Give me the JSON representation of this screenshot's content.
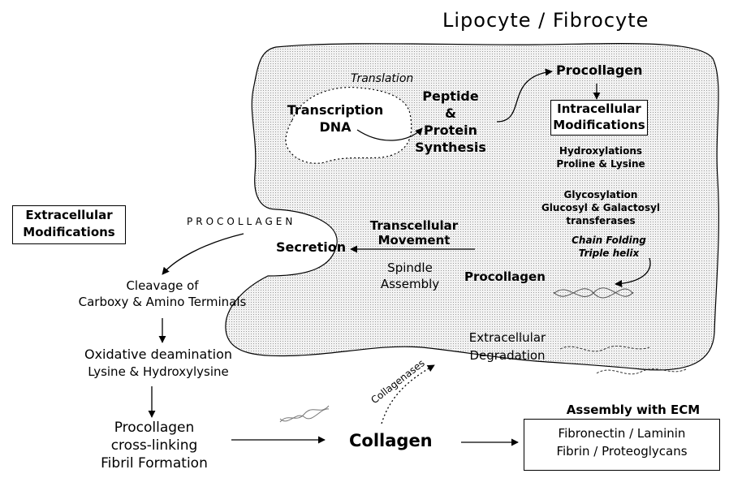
{
  "title": "Lipocyte / Fibrocyte",
  "cell": {
    "translation": "Translation",
    "transcription": "Transcription",
    "dna": "DNA",
    "peptide": "Peptide",
    "amp": "&",
    "protein": "Protein",
    "synthesis": "Synthesis",
    "procollagen_top": "Procollagen",
    "intracellular_1": "Intracellular",
    "intracellular_2": "Modifications",
    "hydroxylations": "Hydroxylations",
    "proline_lysine": "Proline & Lysine",
    "glycosylation": "Glycosylation",
    "glucosyl": "Glucosyl & Galactosyl",
    "transferases": "transferases",
    "chain_folding": "Chain Folding",
    "triple_helix": "Triple helix",
    "procollagen_bottom": "Procollagen",
    "transcellular": "Transcellular",
    "movement": "Movement",
    "spindle": "Spindle",
    "assembly": "Assembly",
    "secretion": "Secretion",
    "procollagen_caps": "PROCOLLAGEN"
  },
  "extracellular_box": {
    "line1": "Extracellular",
    "line2": "Modifications"
  },
  "pathway": {
    "cleavage_1": "Cleavage of",
    "cleavage_2": "Carboxy & Amino Terminals",
    "oxidative_1": "Oxidative deamination",
    "oxidative_2": "Lysine & Hydroxylysine",
    "crosslink_1": "Procollagen",
    "crosslink_2": "cross-linking",
    "fibril": "Fibril  Formation",
    "collagen": "Collagen",
    "collagenases": "Collagenases",
    "degradation_1": "Extracellular",
    "degradation_2": "Degradation"
  },
  "ecm": {
    "header": "Assembly with  ECM",
    "line1": "Fibronectin / Laminin",
    "line2": "Fibrin / Proteoglycans"
  }
}
